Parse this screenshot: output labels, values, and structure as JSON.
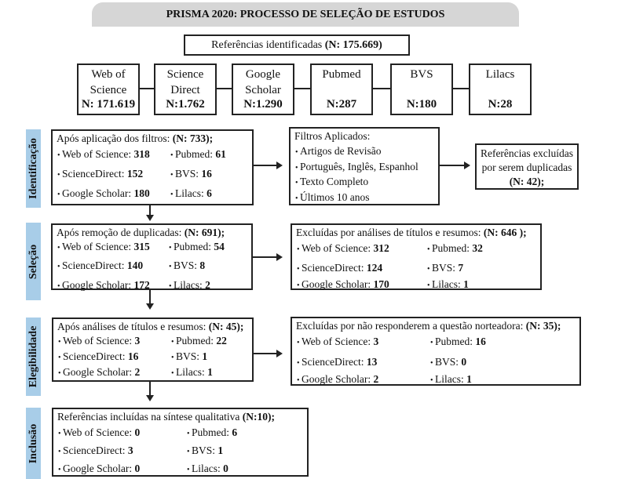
{
  "title": "PRISMA 2020: PROCESSO DE SELEÇÃO DE ESTUDOS",
  "identified": {
    "label": "Referências identificadas",
    "n": "(N: 175.669)"
  },
  "sources": [
    {
      "name": "Web of Science",
      "n": "N: 171.619"
    },
    {
      "name": "Science Direct",
      "n": "N:1.762"
    },
    {
      "name": "Google Scholar",
      "n": "N:1.290"
    },
    {
      "name": "Pubmed",
      "n": "N:287"
    },
    {
      "name": "BVS",
      "n": "N:180"
    },
    {
      "name": "Lilacs",
      "n": "N:28"
    }
  ],
  "stages": [
    "Identificação",
    "Seleção",
    "Elegibilidade",
    "Inclusão"
  ],
  "box1": {
    "label": "Após aplicação dos filtros:",
    "n": "(N: 733);",
    "items": [
      [
        "Web of Science: ",
        "318"
      ],
      [
        "ScienceDirect: ",
        "152"
      ],
      [
        "Google Scholar: ",
        "180"
      ],
      [
        "Pubmed: ",
        "61"
      ],
      [
        "BVS: ",
        "16"
      ],
      [
        "Lilacs: ",
        "6"
      ]
    ]
  },
  "filters": {
    "label": "Filtros Aplicados:",
    "items": [
      "Artigos de Revisão",
      "Português, Inglês, Espanhol",
      "Texto Completo",
      "Últimos 10 anos"
    ]
  },
  "duplicates": {
    "label": "Referências excluídas por serem duplicadas",
    "n": "(N: 42);"
  },
  "box2": {
    "label": "Após remoção de duplicadas:",
    "n": "(N: 691);",
    "items": [
      [
        "Web of Science: ",
        "315"
      ],
      [
        "ScienceDirect: ",
        "140"
      ],
      [
        "Google Scholar: ",
        "172"
      ],
      [
        "Pubmed: ",
        "54"
      ],
      [
        "BVS: ",
        "8"
      ],
      [
        "Lilacs: ",
        "2"
      ]
    ]
  },
  "excl2": {
    "label": "Excluídas por análises de títulos e resumos:",
    "n": "(N: 646 );",
    "items": [
      [
        "Web of Science: ",
        "312"
      ],
      [
        "ScienceDirect: ",
        "124"
      ],
      [
        "Google Scholar: ",
        "170"
      ],
      [
        "Pubmed: ",
        "32"
      ],
      [
        "BVS: ",
        "7"
      ],
      [
        "Lilacs: ",
        "1"
      ]
    ]
  },
  "box3": {
    "label": "Após análises de títulos e resumos:",
    "n": "(N: 45);",
    "items": [
      [
        "Web of Science: ",
        "3"
      ],
      [
        "ScienceDirect: ",
        "16"
      ],
      [
        "Google Scholar: ",
        "2"
      ],
      [
        "Pubmed: ",
        "22"
      ],
      [
        "BVS: ",
        "1"
      ],
      [
        "Lilacs: ",
        "1"
      ]
    ]
  },
  "excl3": {
    "label": "Excluídas por não responderem a questão norteadora:",
    "n": "(N: 35);",
    "items": [
      [
        "Web of Science: ",
        "3"
      ],
      [
        "ScienceDirect: ",
        "13"
      ],
      [
        "Google Scholar: ",
        "2"
      ],
      [
        "Pubmed: ",
        "16"
      ],
      [
        "BVS: ",
        "0"
      ],
      [
        "Lilacs: ",
        "1"
      ]
    ]
  },
  "box4": {
    "label": "Referências incluídas na síntese qualitativa",
    "n": "(N:10);",
    "items": [
      [
        "Web of Science: ",
        "0"
      ],
      [
        "ScienceDirect: ",
        "3"
      ],
      [
        "Google Scholar: ",
        "0"
      ],
      [
        "Pubmed: ",
        "6"
      ],
      [
        "BVS: ",
        "1"
      ],
      [
        "Lilacs: ",
        "0"
      ]
    ]
  }
}
